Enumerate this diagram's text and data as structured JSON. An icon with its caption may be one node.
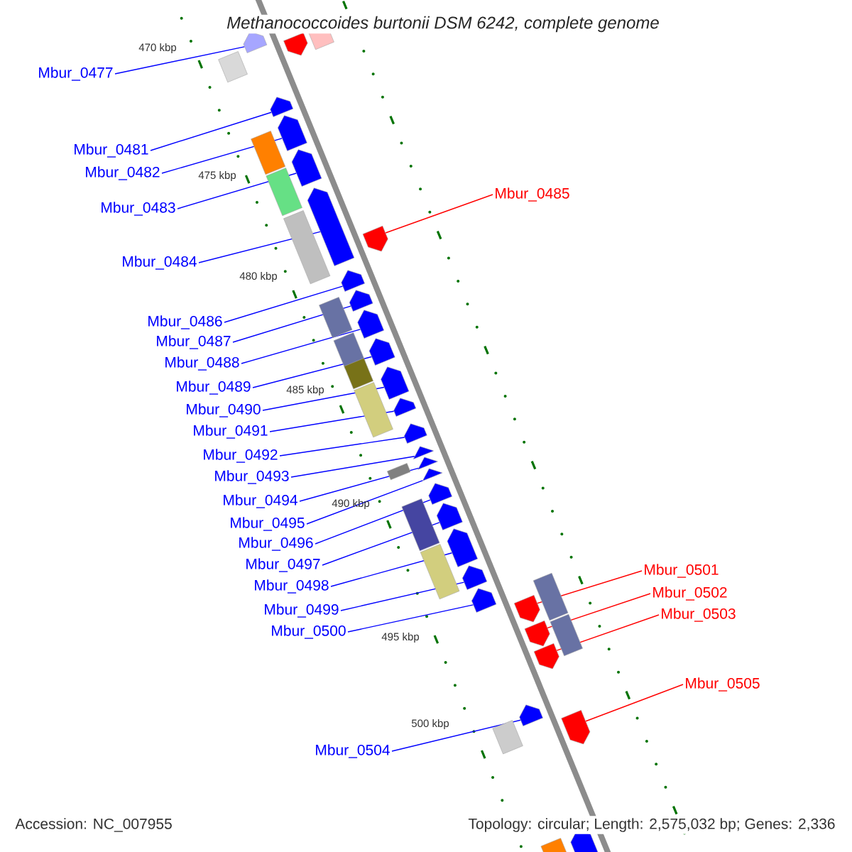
{
  "diagram": {
    "title": "Methanococcoides burtonii DSM 6242, complete genome",
    "nodes": [
      {
        "text": [
          "Mbur_0477"
        ]
      },
      {
        "text": [
          "Mbur_0481"
        ]
      },
      {
        "text": [
          "Mbur_0482"
        ]
      },
      {
        "text": [
          "Mbur_0483"
        ]
      },
      {
        "text": [
          "Mbur_0484"
        ]
      },
      {
        "text": [
          "Mbur_0485"
        ]
      },
      {
        "text": [
          "Mbur_0486"
        ]
      },
      {
        "text": [
          "Mbur_0487"
        ]
      },
      {
        "text": [
          "Mbur_0488"
        ]
      },
      {
        "text": [
          "Mbur_0489"
        ]
      },
      {
        "text": [
          "Mbur_0490"
        ]
      },
      {
        "text": [
          "Mbur_0491"
        ]
      },
      {
        "text": [
          "Mbur_0492"
        ]
      },
      {
        "text": [
          "Mbur_0493"
        ]
      },
      {
        "text": [
          "Mbur_0494"
        ]
      },
      {
        "text": [
          "Mbur_0495"
        ]
      },
      {
        "text": [
          "Mbur_0496"
        ]
      },
      {
        "text": [
          "Mbur_0497"
        ]
      },
      {
        "text": [
          "Mbur_0498"
        ]
      },
      {
        "text": [
          "Mbur_0499"
        ]
      },
      {
        "text": [
          "Mbur_0500"
        ]
      },
      {
        "text": [
          "Mbur_0501"
        ]
      },
      {
        "text": [
          "Mbur_0502"
        ]
      },
      {
        "text": [
          "Mbur_0503"
        ]
      },
      {
        "text": [
          "Mbur_0504"
        ]
      },
      {
        "text": [
          "Mbur_0505"
        ]
      },
      {
        "text": [],
        "shape": "arrow"
      },
      {
        "text": [],
        "shape": "arrow"
      },
      {
        "text": [],
        "shape": "arrow"
      },
      {
        "text": [],
        "shape": "arrow"
      },
      {
        "text": [],
        "shape": "arrow"
      },
      {
        "text": [],
        "shape": "arrow"
      },
      {
        "text": [],
        "shape": "arrow"
      },
      {
        "text": [],
        "shape": "arrow"
      },
      {
        "text": [],
        "shape": "arrow"
      },
      {
        "text": [],
        "shape": "arrow"
      },
      {
        "text": [],
        "shape": "arrow"
      },
      {
        "text": [],
        "shape": "arrow"
      },
      {
        "text": [],
        "shape": "arrow"
      },
      {
        "text": [],
        "shape": "arrow"
      },
      {
        "text": [],
        "shape": "arrow"
      },
      {
        "text": [],
        "shape": "arrow"
      },
      {
        "text": [],
        "shape": "arrow"
      },
      {
        "text": [],
        "shape": "arrow"
      },
      {
        "text": [],
        "shape": "arrow"
      },
      {
        "text": [],
        "shape": "arrow"
      },
      {
        "text": [],
        "shape": "arrow"
      },
      {
        "text": [],
        "shape": "arrow"
      },
      {
        "text": [],
        "shape": "arrow"
      },
      {
        "text": [],
        "shape": "arrow"
      },
      {
        "text": [],
        "shape": "arrow"
      },
      {
        "text": [],
        "shape": "arrow"
      },
      {
        "text": [],
        "shape": "arrow"
      },
      {
        "text": [],
        "shape": "arrow"
      }
    ],
    "edges": [
      {
        "from": 0,
        "to": 26,
        "arrow": "none"
      },
      {
        "from": 1,
        "to": 27,
        "arrow": "none"
      },
      {
        "from": 2,
        "to": 28,
        "arrow": "none"
      },
      {
        "from": 3,
        "to": 29,
        "arrow": "none"
      },
      {
        "from": 4,
        "to": 30,
        "arrow": "none"
      },
      {
        "from": 5,
        "to": 31,
        "arrow": "none",
        "color": "#ff0000"
      },
      {
        "from": 6,
        "to": 32,
        "arrow": "none"
      },
      {
        "from": 7,
        "to": 33,
        "arrow": "none"
      },
      {
        "from": 8,
        "to": 34,
        "arrow": "none"
      },
      {
        "from": 9,
        "to": 35,
        "arrow": "none"
      },
      {
        "from": 10,
        "to": 36,
        "arrow": "none"
      },
      {
        "from": 11,
        "to": 37,
        "arrow": "none"
      },
      {
        "from": 12,
        "to": 38,
        "arrow": "none"
      },
      {
        "from": 13,
        "to": 39,
        "arrow": "none"
      },
      {
        "from": 14,
        "to": 40,
        "arrow": "none"
      },
      {
        "from": 15,
        "to": 41,
        "arrow": "none"
      },
      {
        "from": 16,
        "to": 42,
        "arrow": "none"
      },
      {
        "from": 17,
        "to": 43,
        "arrow": "none"
      },
      {
        "from": 18,
        "to": 44,
        "arrow": "none"
      },
      {
        "from": 19,
        "to": 45,
        "arrow": "none"
      },
      {
        "from": 20,
        "to": 46,
        "arrow": "none"
      },
      {
        "from": 21,
        "to": 47,
        "arrow": "none",
        "color": "#ff0000"
      },
      {
        "from": 22,
        "to": 48,
        "arrow": "none",
        "color": "#ff0000"
      },
      {
        "from": 23,
        "to": 49,
        "arrow": "none",
        "color": "#ff0000"
      },
      {
        "from": 24,
        "to": 50,
        "arrow": "none"
      },
      {
        "from": 25,
        "to": 51,
        "arrow": "none",
        "color": "#ff0000"
      }
    ],
    "labels": [
      "470 kbp",
      "475 kbp",
      "480 kbp",
      "485 kbp",
      "490 kbp",
      "495 kbp",
      "500 kbp",
      "Accession: NC_007955",
      "Topology: circular; Length: 2,575,032 bp; Genes: 2,336"
    ]
  }
}
